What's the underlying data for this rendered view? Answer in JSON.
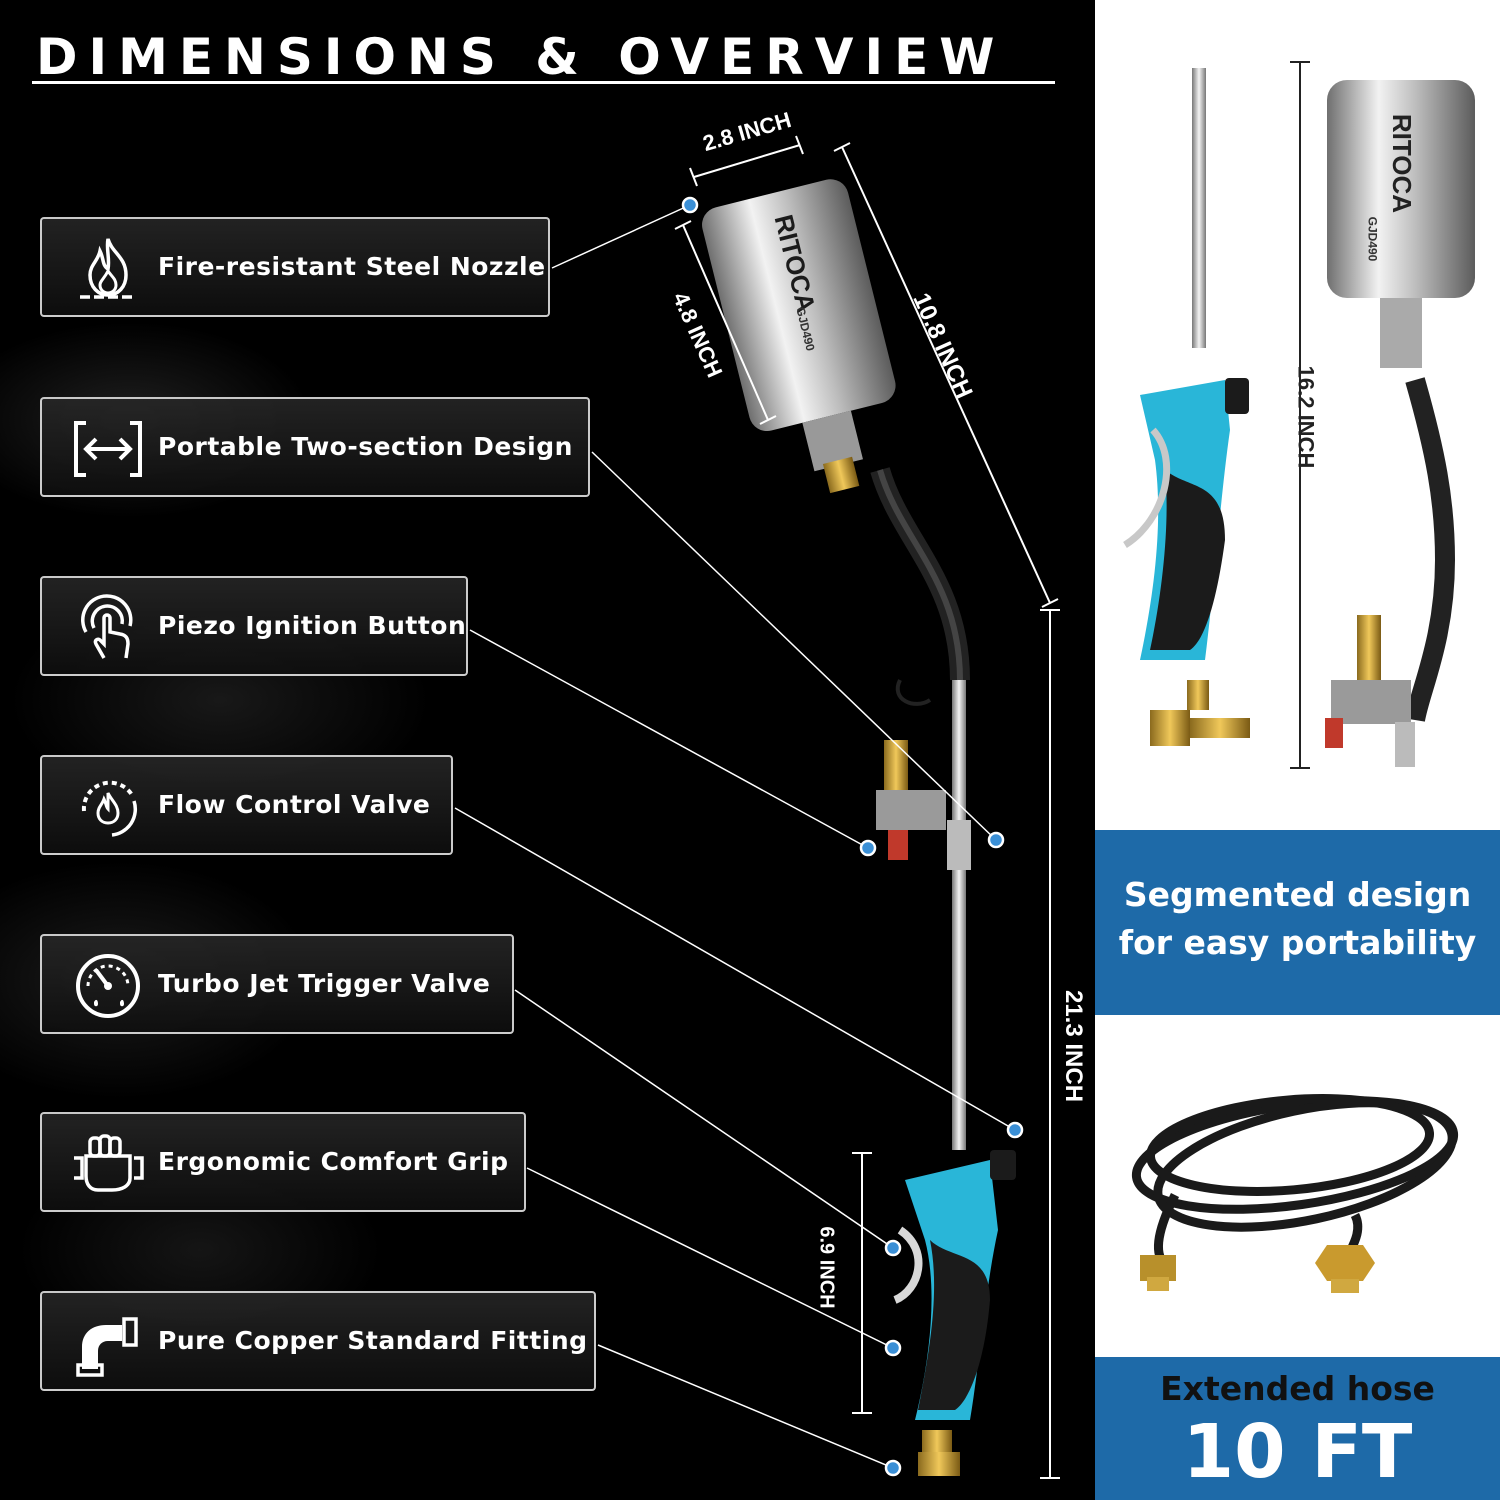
{
  "title": "DIMENSIONS & OVERVIEW",
  "features": [
    {
      "label": "Fire-resistant Steel Nozzle",
      "icon": "flame-icon"
    },
    {
      "label": "Portable Two-section Design",
      "icon": "expand-arrows-icon"
    },
    {
      "label": "Piezo Ignition Button",
      "icon": "finger-press-icon"
    },
    {
      "label": "Flow Control Valve",
      "icon": "flow-dial-icon"
    },
    {
      "label": "Turbo Jet Trigger Valve",
      "icon": "gauge-icon"
    },
    {
      "label": "Ergonomic Comfort Grip",
      "icon": "fist-grip-icon"
    },
    {
      "label": "Pure Copper Standard Fitting",
      "icon": "pipe-fitting-icon"
    }
  ],
  "dimensions": {
    "nozzle_diameter": "2.8 INCH",
    "nozzle_length": "4.8 INCH",
    "head_length": "10.8 INCH",
    "total_length": "21.3 INCH",
    "handle_length": "6.9 INCH",
    "section_length": "16.2 INCH"
  },
  "brand": {
    "name": "RITOCA",
    "model": "GJD490"
  },
  "banners": {
    "portability_line1": "Segmented design",
    "portability_line2": "for easy portability",
    "hose_line1": "Extended hose",
    "hose_line2": "10 FT"
  },
  "colors": {
    "accent_blue": "#1e6aa8",
    "handle_cyan": "#29b6d8",
    "dot_blue": "#3a8fd6"
  }
}
